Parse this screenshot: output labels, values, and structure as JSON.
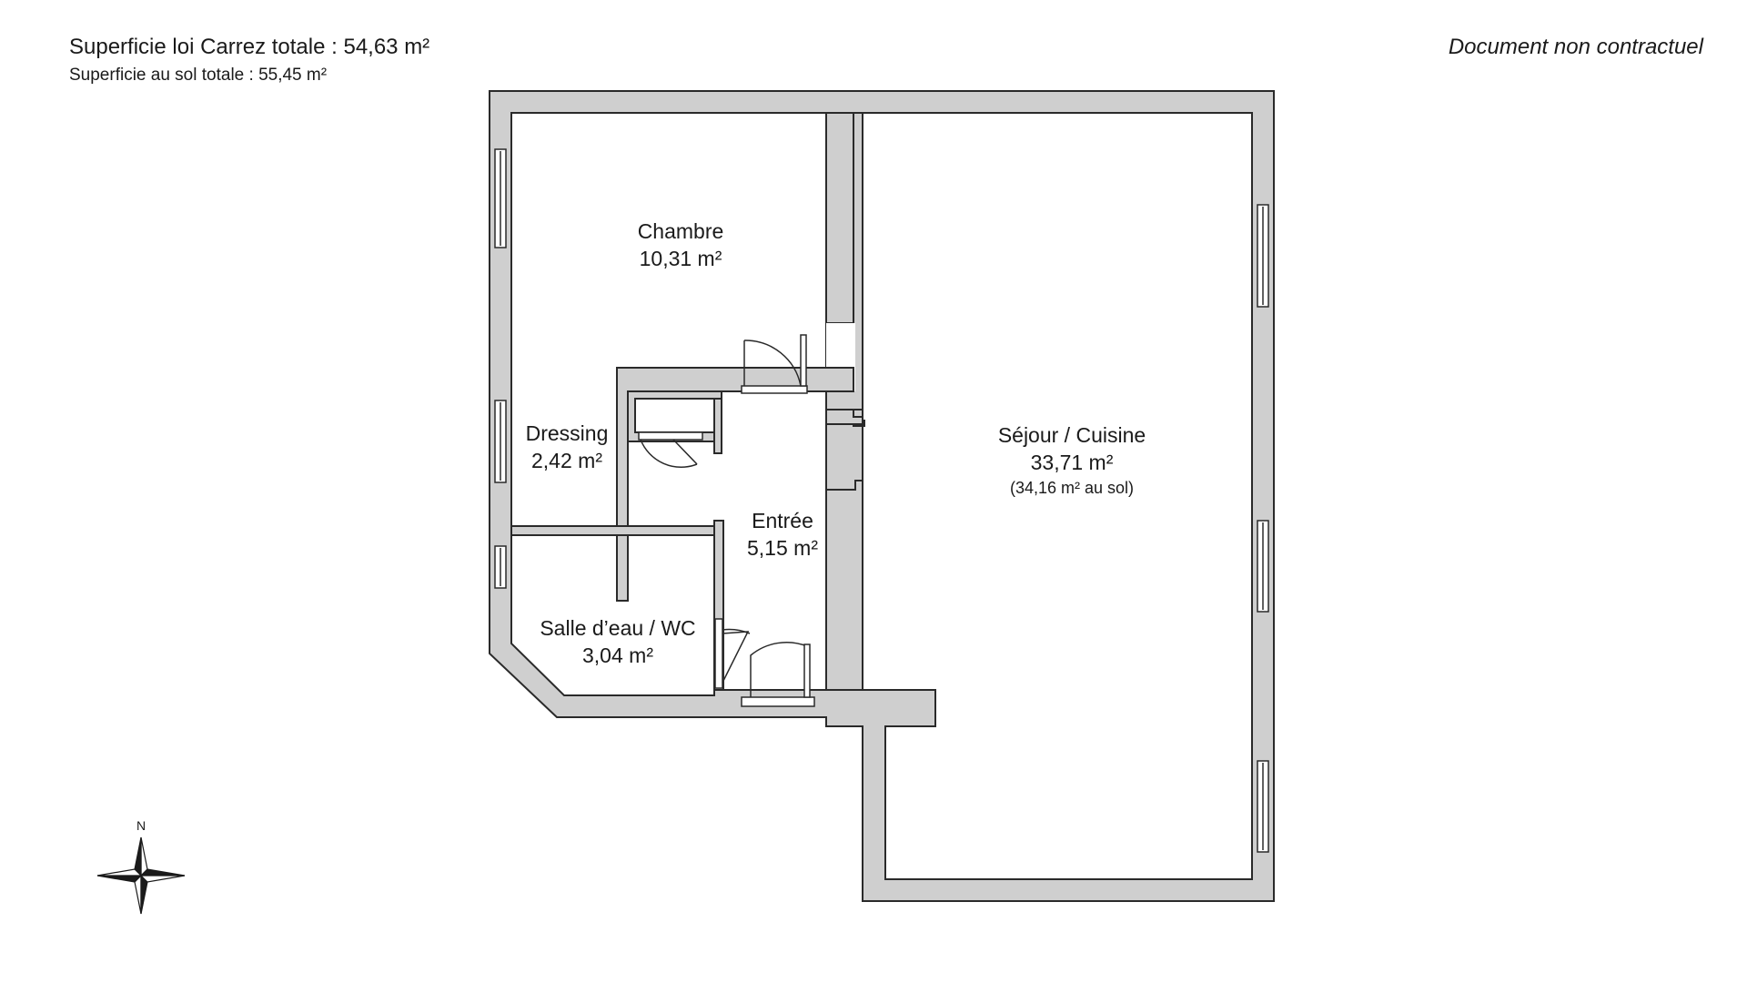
{
  "header": {
    "total_carrez": "Superficie loi Carrez totale : 54,63 m²",
    "total_sol": "Superficie au sol totale : 55,45 m²",
    "disclaimer": "Document non contractuel"
  },
  "rooms": [
    {
      "name": "Chambre",
      "area": "10,31 m²",
      "note": ""
    },
    {
      "name": "Dressing",
      "area": "2,42 m²",
      "note": ""
    },
    {
      "name": "Entrée",
      "area": "5,15 m²",
      "note": ""
    },
    {
      "name": "Salle d’eau / WC",
      "area": "3,04 m²",
      "note": ""
    },
    {
      "name": "Séjour / Cuisine",
      "area": "33,71 m²",
      "note": "(34,16 m² au sol)"
    }
  ],
  "compass": {
    "north_label": "N"
  },
  "colors": {
    "wall_fill": "#cfcfcf",
    "wall_stroke": "#2a2a2a",
    "background": "#ffffff"
  }
}
